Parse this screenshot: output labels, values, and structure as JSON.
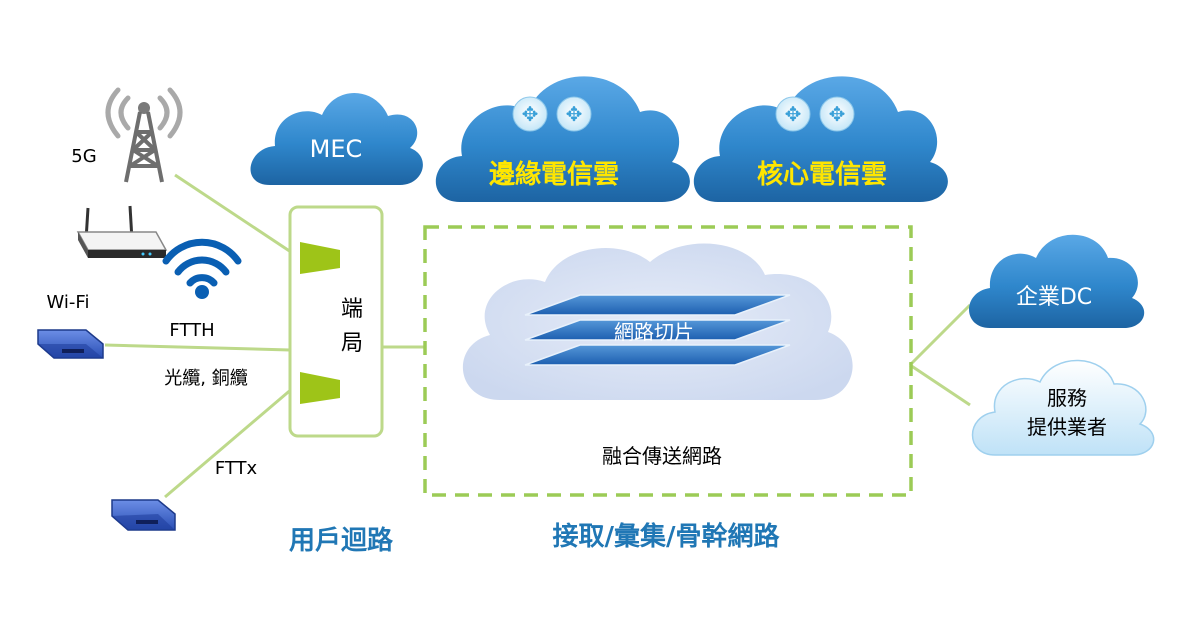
{
  "devices": {
    "label_5g": "5G",
    "label_wifi": "Wi-Fi",
    "label_ftth": "FTTH",
    "label_fttx": "FTTx",
    "label_cable": "光纜, 銅纜"
  },
  "central_office": {
    "label_line1": "端",
    "label_line2": "局"
  },
  "clouds": {
    "mec": "MEC",
    "edge_telecom": "邊緣電信雲",
    "core_telecom": "核心電信雲",
    "enterprise_dc": "企業DC",
    "service_provider_line1": "服務",
    "service_provider_line2": "提供業者"
  },
  "network": {
    "slice_label": "網路切片",
    "converged_transport": "融合傳送網路"
  },
  "captions": {
    "subscriber_loop": "用戶迴路",
    "access_backbone": "接取/彙集/骨幹網路"
  },
  "colors": {
    "cloud_blue": "#2f87cc",
    "cloud_dark": "#1e6aa8",
    "accent_green": "#bdd98a",
    "lime": "#9ec418",
    "yellow_text": "#ffe600",
    "caption_blue": "#2077b5"
  }
}
